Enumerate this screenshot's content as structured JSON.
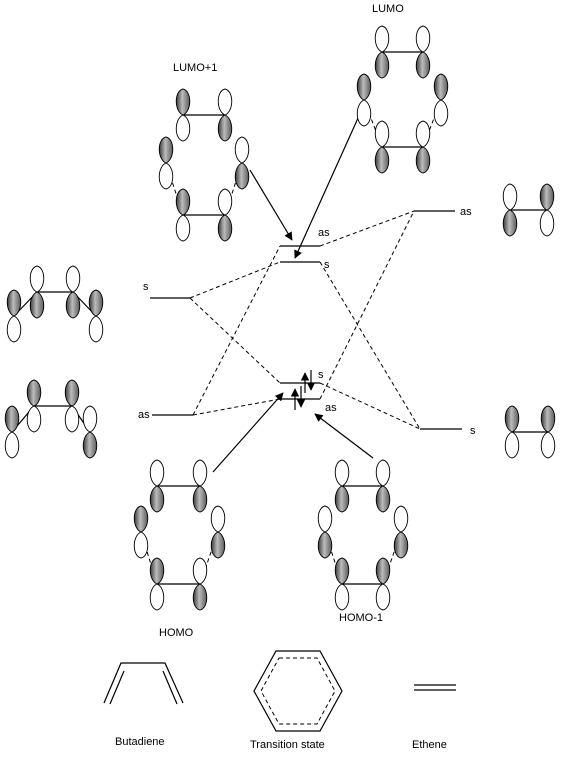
{
  "labels": {
    "lumo": "LUMO",
    "lumo_plus_1": "LUMO+1",
    "homo": "HOMO",
    "homo_minus_1": "HOMO-1",
    "left_upper_sym": "s",
    "left_lower_sym": "as",
    "ts_upper_as": "as",
    "ts_upper_s": "s",
    "ts_lower_s": "s",
    "ts_lower_as": "as",
    "right_upper_sym": "as",
    "right_lower_sym": "s"
  },
  "captions": {
    "butadiene": "Butadiene",
    "transition_state": "Transition state",
    "ethene": "Ethene"
  }
}
